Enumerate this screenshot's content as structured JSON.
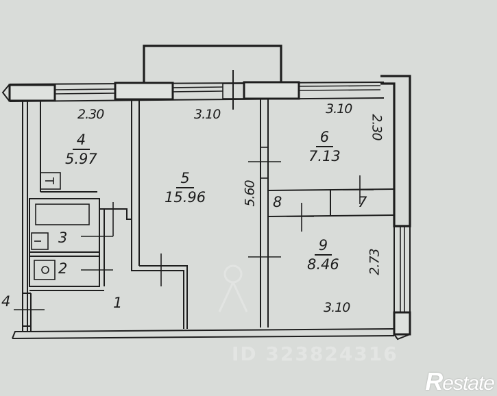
{
  "plan": {
    "type": "apartment-floor-plan",
    "rooms": [
      {
        "id": "1",
        "label": "1",
        "area": null
      },
      {
        "id": "2",
        "label": "2",
        "area": null
      },
      {
        "id": "3",
        "label": "3",
        "area": null
      },
      {
        "id": "4",
        "label": "4",
        "area": "5.97"
      },
      {
        "id": "5",
        "label": "5",
        "area": "15.96"
      },
      {
        "id": "6",
        "label": "6",
        "area": "7.13"
      },
      {
        "id": "7",
        "label": "7",
        "area": null
      },
      {
        "id": "8",
        "label": "8",
        "area": null
      },
      {
        "id": "9",
        "label": "9",
        "area": "8.46"
      }
    ],
    "dimensions": {
      "room4_width": "2.30",
      "room5_width": "3.10",
      "room6_width": "3.10",
      "room6_depth": "2.30",
      "room5_depth": "5.60",
      "room9_depth": "2.73",
      "room9_width": "3.10"
    },
    "edge_marker": "4"
  },
  "watermarks": {
    "listing_id": "ID 323824316",
    "brand": "Restate",
    "brand_initial": "R",
    "brand_rest": "estate"
  },
  "colors": {
    "background": "#d9dcd9",
    "line": "#1e1e1e"
  }
}
